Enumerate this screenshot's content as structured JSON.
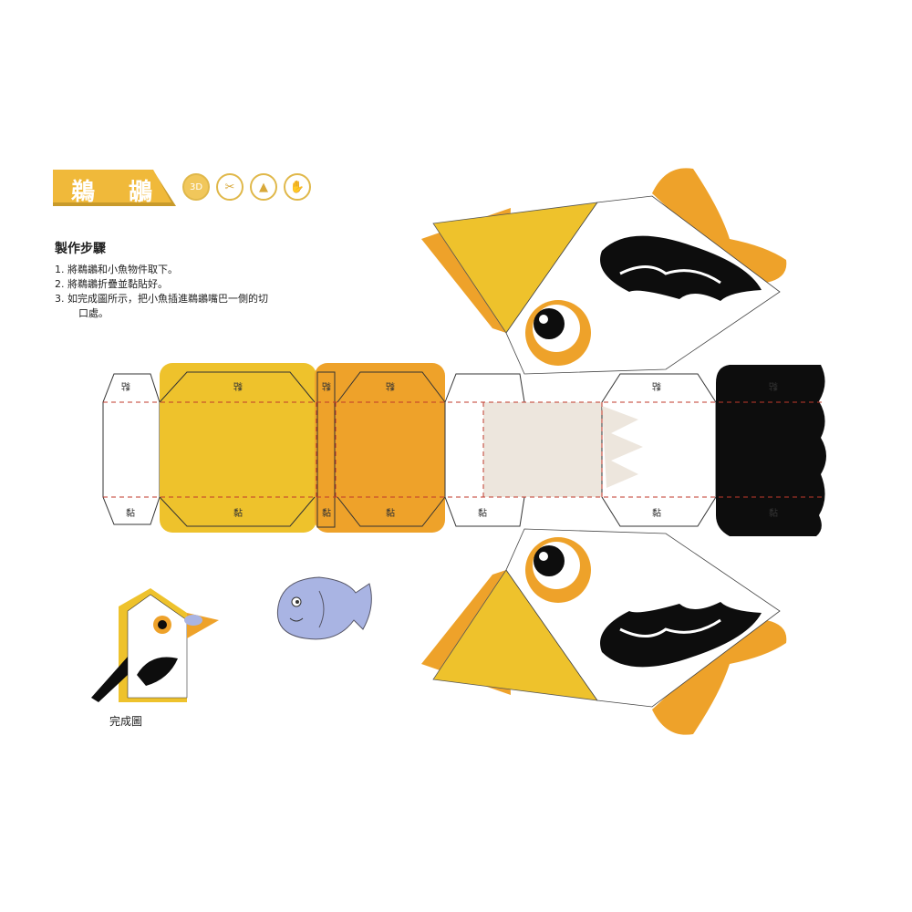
{
  "title": "鵜 鶘",
  "icons": [
    {
      "name": "3d-icon",
      "label": "3D"
    },
    {
      "name": "no-scissors-icon",
      "label": "✂"
    },
    {
      "name": "glue-icon",
      "label": "▲"
    },
    {
      "name": "hand-icon",
      "label": "✋"
    }
  ],
  "instructions": {
    "heading": "製作步驟",
    "steps": [
      "1. 將鵜鶘和小魚物件取下。",
      "2. 將鵜鶘折疊並黏貼好。",
      "3. 如完成圖所示，把小魚插進鵜鶘嘴巴一側的切",
      "口處。"
    ]
  },
  "glue_label": "黏",
  "finished_caption": "完成圖",
  "colors": {
    "yellow": "#EEC22C",
    "orange": "#EEA22A",
    "beige": "#EDE6DD",
    "black": "#0d0d0d",
    "fish": "#a9b4e3",
    "fold_line": "#c0392b"
  }
}
